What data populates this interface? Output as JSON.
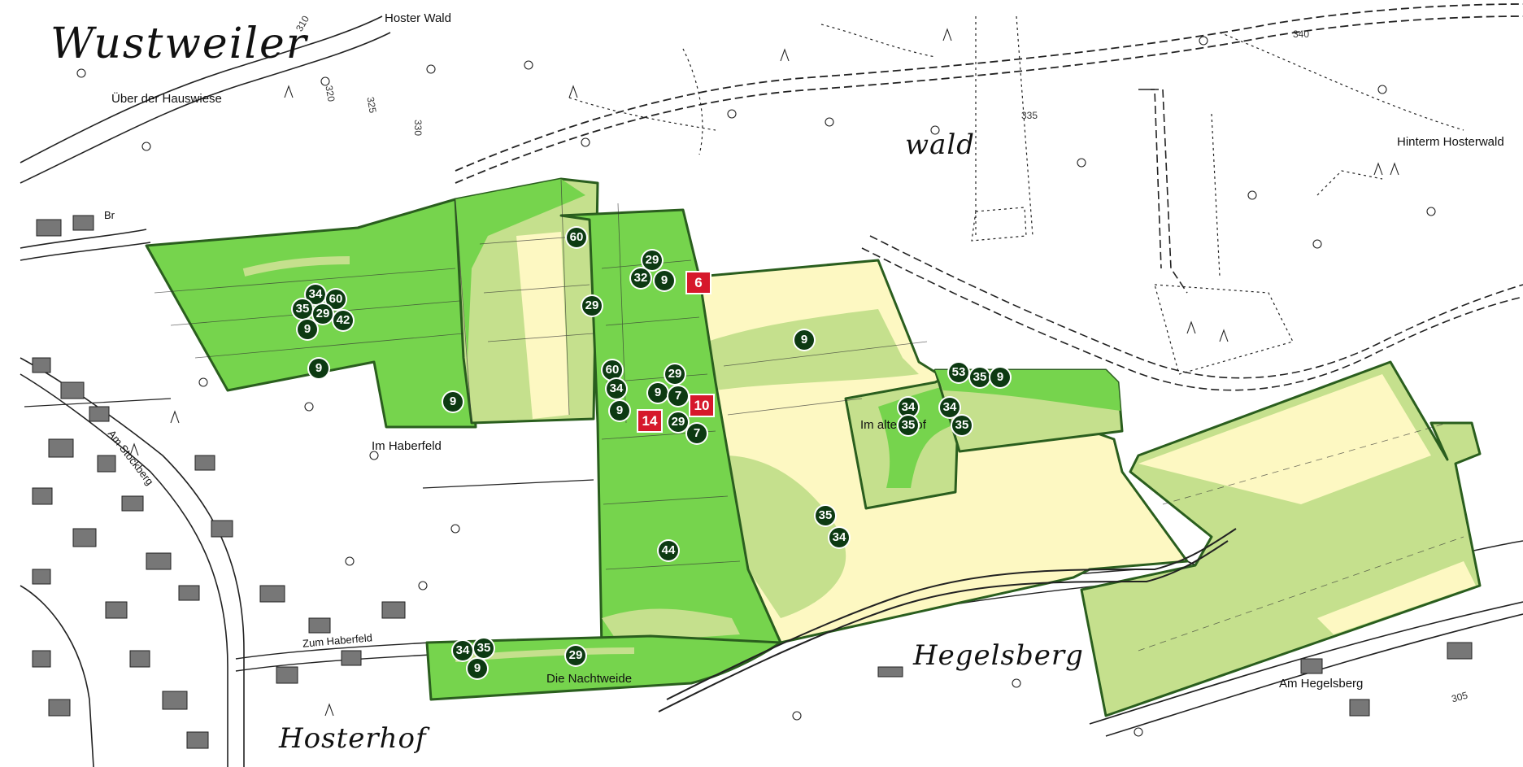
{
  "colors": {
    "dark_green": "#76d44d",
    "mid_green": "#c5e08d",
    "light_green": "#d8eba8",
    "pale_yellow": "#fdf8c2",
    "marker_green": "#0d3a12",
    "marker_red": "#d6182b",
    "outline": "#2a5e1e"
  },
  "place_names": {
    "wustweiler": "Wustweiler",
    "hoster_wald": "Hoster Wald",
    "uber_der_hauswiese": "Über der Hauswiese",
    "wald": "wald",
    "hinterm_hosterwald": "Hinterm Hosterwald",
    "im_haberfeld": "Im Haberfeld",
    "im_alten_hof": "Im alten Hof",
    "hegelsberg": "Hegelsberg",
    "am_hegelsberg": "Am Hegelsberg",
    "die_nachtweide": "Die Nachtweide",
    "hosterhof": "Hosterhof",
    "am_stockberg": "Am Stockberg",
    "zum_haberfeld": "Zum Haberfeld",
    "br": "Br"
  },
  "contours": {
    "c310": "310",
    "c320": "320",
    "c325": "325",
    "c330": "330",
    "c335": "335",
    "c340": "340",
    "c305": "305"
  },
  "markers": {
    "m60a": "60",
    "m29a": "29",
    "m32": "32",
    "m9a": "9",
    "m34a": "34",
    "m60b": "60",
    "m35a": "35",
    "m29b": "29",
    "m42": "42",
    "m9b": "9",
    "m9c": "9",
    "m29c": "29",
    "m9d": "9",
    "m9e": "9",
    "m60c": "60",
    "m29d": "29",
    "m34b": "34",
    "m9f": "9",
    "m7a": "7",
    "m9g": "9",
    "m29e": "29",
    "m7b": "7",
    "m53": "53",
    "m35b": "35",
    "m9h": "9",
    "m34c": "34",
    "m35c": "35",
    "m34d": "34",
    "m35d": "35",
    "m35e": "35",
    "m34e": "34",
    "m44": "44",
    "m34f": "34",
    "m35f": "35",
    "m29f": "29",
    "m9i": "9"
  },
  "red_markers": {
    "r6": "6",
    "r10": "10",
    "r14": "14"
  }
}
